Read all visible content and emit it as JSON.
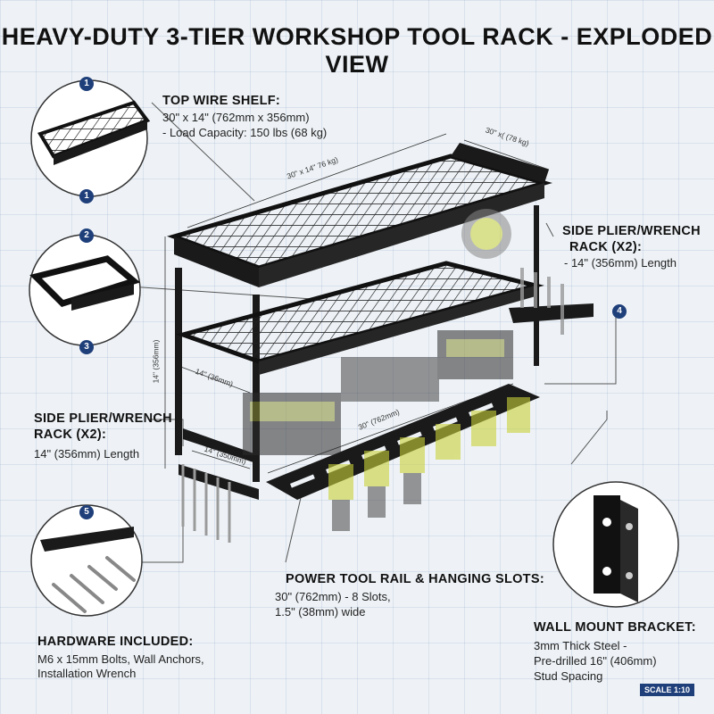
{
  "title": "HEAVY-DUTY 3-TIER WORKSHOP TOOL RACK - EXPLODED VIEW",
  "callouts": {
    "top_shelf": {
      "heading": "TOP WIRE SHELF:",
      "line1": "30\" x 14\" (762mm x 356mm)",
      "line2": "- Load Capacity: 150 lbs (68 kg)"
    },
    "side_rack_right": {
      "heading1": "SIDE PLIER/WRENCH",
      "heading2": "RACK (X2):",
      "line1": "- 14\" (356mm) Length"
    },
    "side_rack_left": {
      "heading1": "SIDE PLIER/WRENCH",
      "heading2": "RACK (X2):",
      "line1": "14\" (356mm) Length"
    },
    "power_rail": {
      "heading": "POWER TOOL RAIL & HANGING SLOTS:",
      "line1": "30\" (762mm) - 8 Slots,",
      "line2": "1.5\" (38mm) wide"
    },
    "hardware": {
      "heading": "HARDWARE INCLUDED:",
      "line1": "M6 x 15mm Bolts, Wall Anchors,",
      "line2": "Installation Wrench"
    },
    "bracket": {
      "heading": "WALL MOUNT BRACKET:",
      "line1": "3mm Thick Steel -",
      "line2": "Pre-drilled 16\" (406mm)",
      "line3": "Stud Spacing"
    }
  },
  "dimensions": {
    "top_width": "30\" x 14\" 76 kg)",
    "top_depth": "30\" x( (78 kg)",
    "height": "14\" (356mm)",
    "mid_depth": "14\" (36mm)",
    "low_depth": "14\" (350mm)",
    "rail_length": "30\" (762mm)"
  },
  "badges": [
    "1",
    "1",
    "2",
    "3",
    "4",
    "5"
  ],
  "scale": "SCALE 1:10",
  "colors": {
    "badge": "#1f3f7a",
    "metal": "#1a1a1a",
    "tool_yellow": "#c9d23a"
  }
}
